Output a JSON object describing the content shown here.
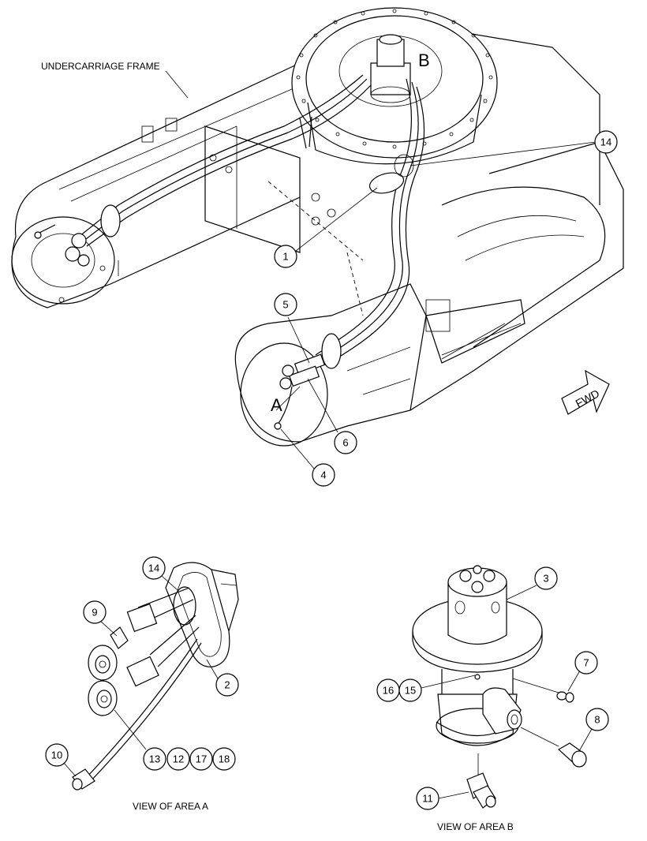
{
  "labels": {
    "frame": "UNDERCARRIAGE FRAME",
    "letter_a": "A",
    "letter_b": "B",
    "fwd": "FWD",
    "view_a": "VIEW OF AREA A",
    "view_b": "VIEW OF AREA B"
  },
  "callouts": {
    "c14_main": "14",
    "c1": "1",
    "c5": "5",
    "c6": "6",
    "c4": "4",
    "c14_a": "14",
    "c9": "9",
    "c2": "2",
    "c10": "10",
    "c13": "13",
    "c12": "12",
    "c17": "17",
    "c18": "18",
    "c3": "3",
    "c7": "7",
    "c16": "16",
    "c15": "15",
    "c8": "8",
    "c11": "11"
  }
}
